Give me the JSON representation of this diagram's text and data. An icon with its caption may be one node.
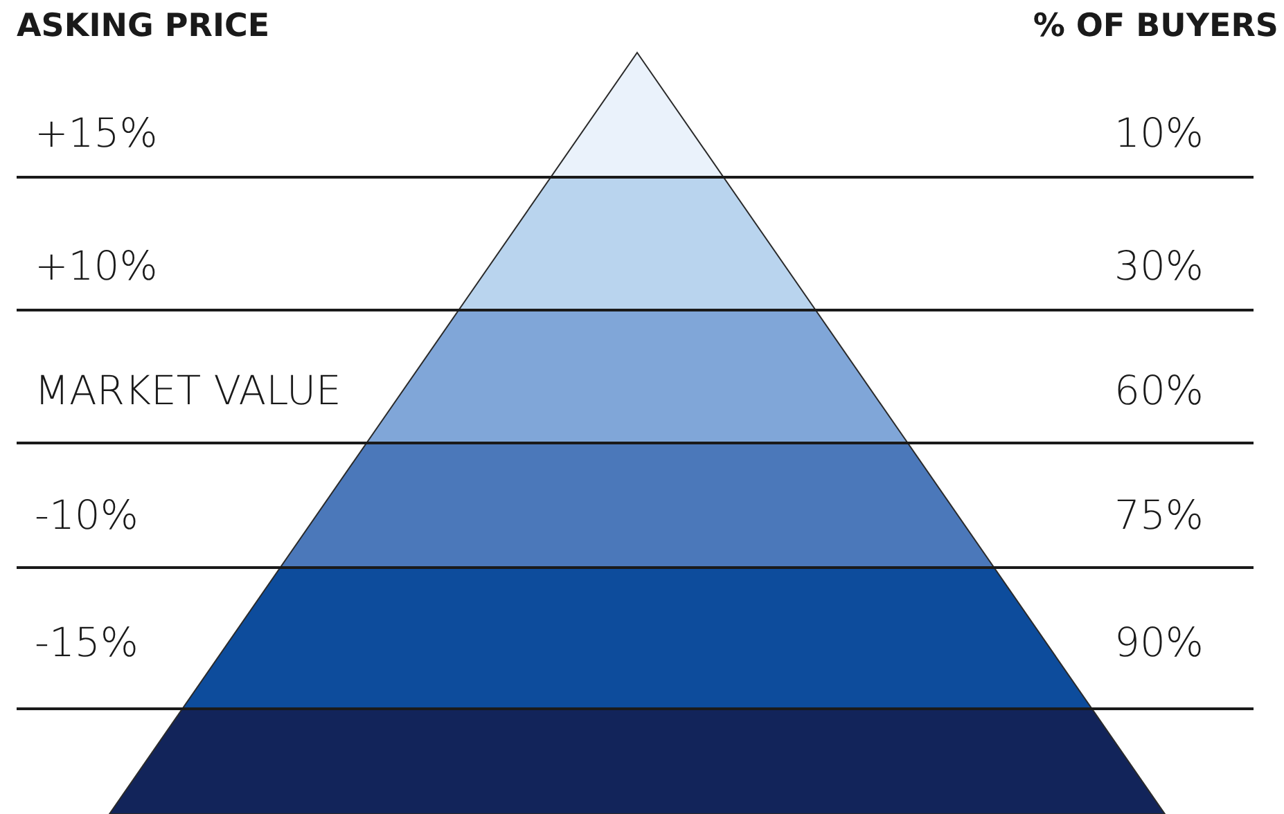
{
  "diagram": {
    "labels": [
      "ASKING PRICE",
      "% OF BUYERS",
      "+15%",
      "10%",
      "+10%",
      "30%",
      "MARKET VALUE",
      "60%",
      "-10%",
      "75%",
      "-15%",
      "90%"
    ]
  }
}
